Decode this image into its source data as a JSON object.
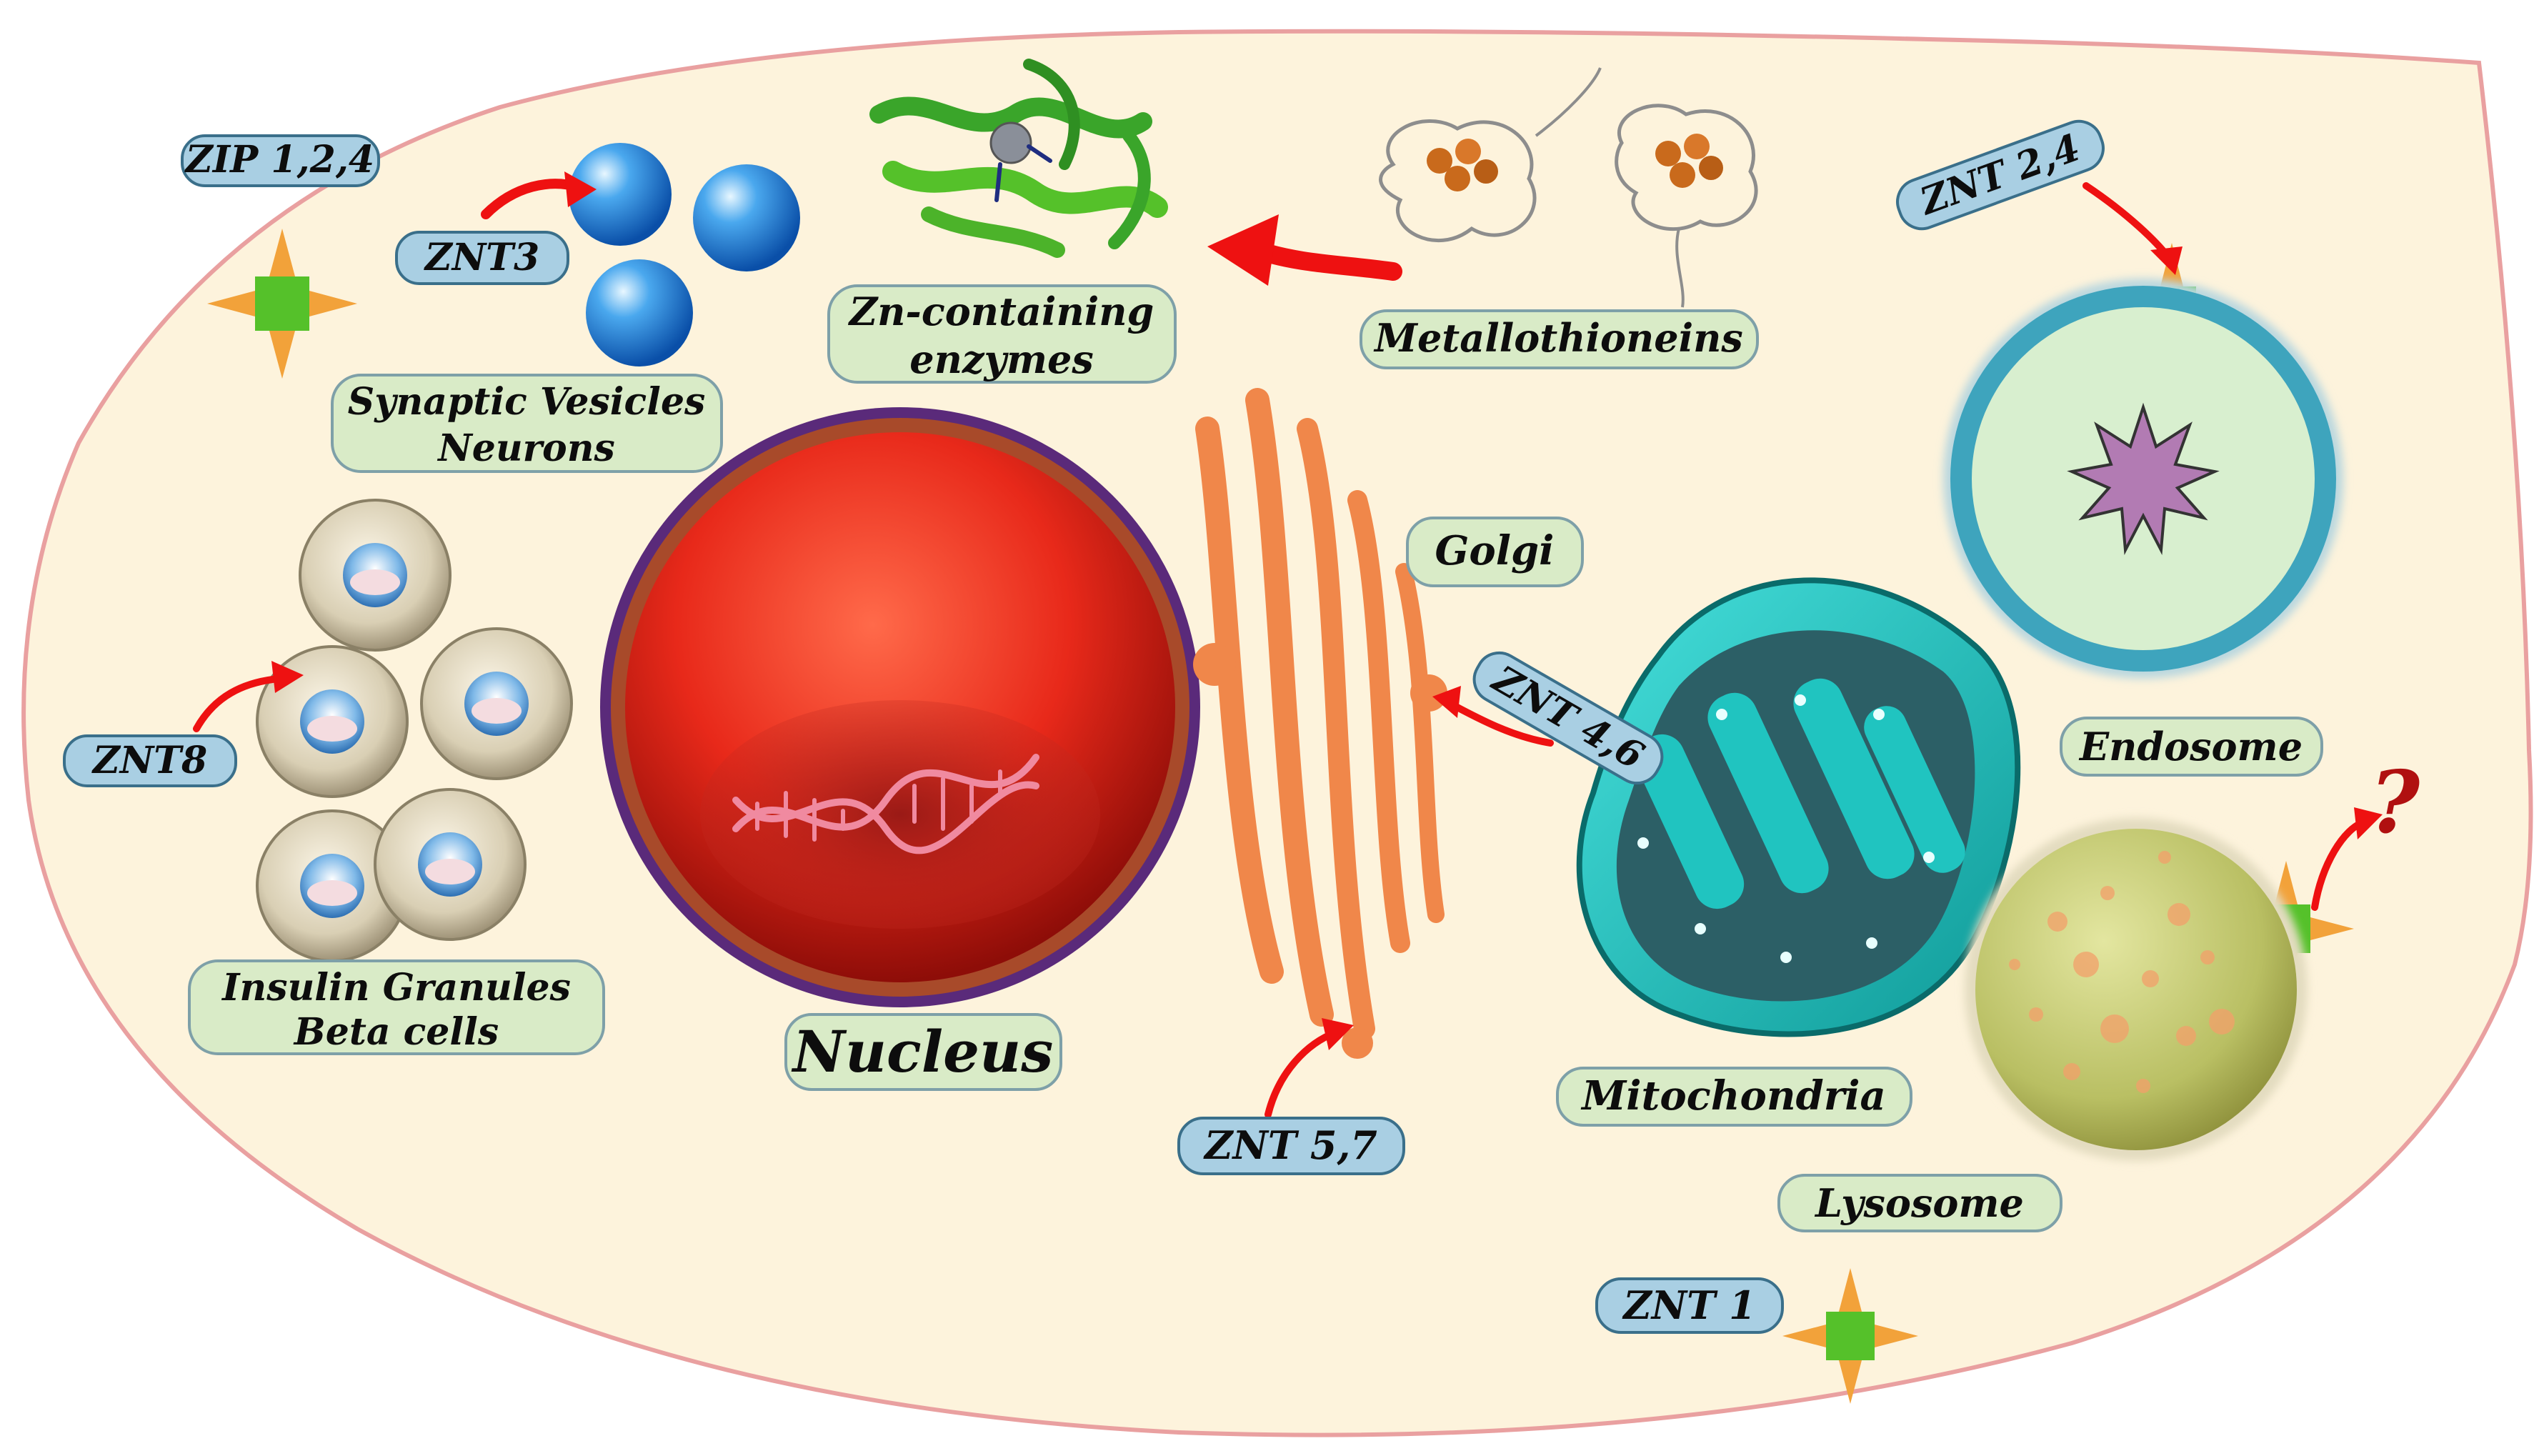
{
  "labels": {
    "zip124": "ZIP 1,2,4",
    "znt3": "ZNT3",
    "synaptic_line1": "Synaptic Vesicles",
    "synaptic_line2": "Neurons",
    "zn_enzymes_line1": "Zn-containing",
    "zn_enzymes_line2": "enzymes",
    "metallothioneins": "Metallothioneins",
    "znt24": "ZNT 2,4",
    "golgi": "Golgi",
    "znt46": "ZNT 4,6",
    "znt8": "ZNT8",
    "insulin_line1": "Insulin Granules",
    "insulin_line2": "Beta cells",
    "nucleus": "Nucleus",
    "znt57": "ZNT 5,7",
    "mitochondria": "Mitochondria",
    "endosome": "Endosome",
    "lysosome": "Lysosome",
    "znt1": "ZNT 1",
    "question": "?"
  },
  "colors": {
    "cell_fill": "#fdf3dc",
    "cell_border": "#e9a0a0",
    "green_label": "#d9ebc7",
    "blue_label": "#a9cfe3",
    "arrow_red": "#ee1111",
    "transporter_green": "#55c12a",
    "transporter_orange": "#f2a23a",
    "nucleus_red": "#e8291a",
    "golgi_orange": "#f0874a",
    "mito_teal": "#20c4c0",
    "endosome_fill": "#d8efcf",
    "lysosome_fill": "#c9cc7a"
  },
  "icons": [
    "transporter-icon",
    "red-arrow-icon",
    "question-mark-icon",
    "dna-helix-icon",
    "star-icon"
  ]
}
